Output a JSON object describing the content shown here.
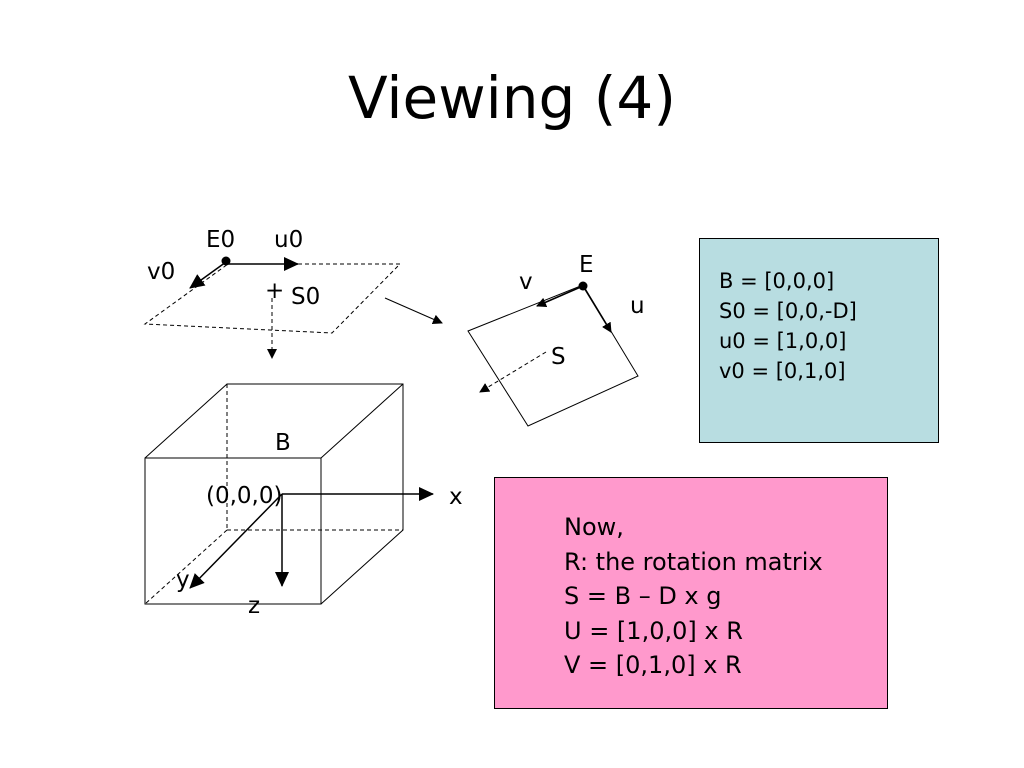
{
  "title": "Viewing (4)",
  "colors": {
    "blue_box": "#b8dde1",
    "pink_box": "#ff99cc"
  },
  "diagram": {
    "labels": {
      "e0": "E0",
      "u0": "u0",
      "v0": "v0",
      "s0_mark": "+",
      "s0": "S0",
      "e": "E",
      "v": "v",
      "u": "u",
      "s": "S",
      "b": "B",
      "origin": "(0,0,0)",
      "x": "x",
      "y": "y",
      "z": "z"
    }
  },
  "blue_box": {
    "lines": [
      "B = [0,0,0]",
      "S0 = [0,0,-D]",
      "u0 = [1,0,0]",
      "v0 = [0,1,0]"
    ]
  },
  "pink_box": {
    "lines": [
      "Now,",
      "R: the rotation matrix",
      "S = B – D x g",
      "U = [1,0,0] x R",
      "V = [0,1,0] x R"
    ]
  }
}
